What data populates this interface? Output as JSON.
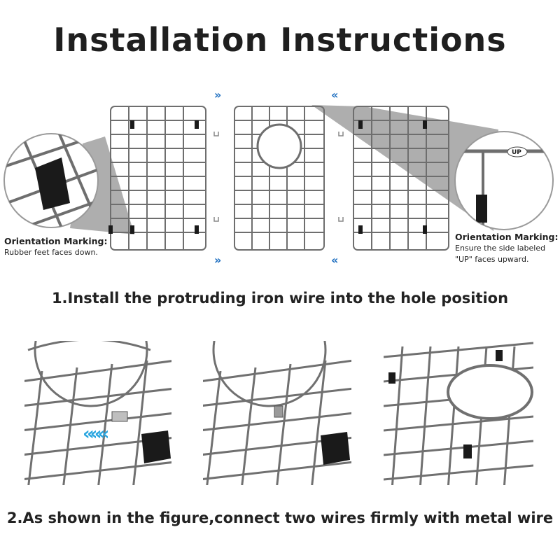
{
  "title": "Installation Instructions",
  "step1": "1.Install the protruding iron wire into the hole position",
  "step2": "2.As shown in the figure,connect two wires firmly with metal wire",
  "orientation_left": {
    "heading": "Orientation Marking:",
    "text": "Rubber feet faces down."
  },
  "orientation_right": {
    "heading": "Orientation Marking:",
    "line1": "Ensure the side labeled",
    "line2": "\"UP\" faces upward."
  },
  "up_label": "UP",
  "arrow_right": "»",
  "arrow_left": "«",
  "colors": {
    "accent": "#1f6fc0",
    "wire": "#6e6e6e",
    "foot": "#1a1a1a",
    "zoom": "#9a9a9a"
  },
  "icons": [
    "double-chevron-right-icon",
    "double-chevron-left-icon"
  ]
}
